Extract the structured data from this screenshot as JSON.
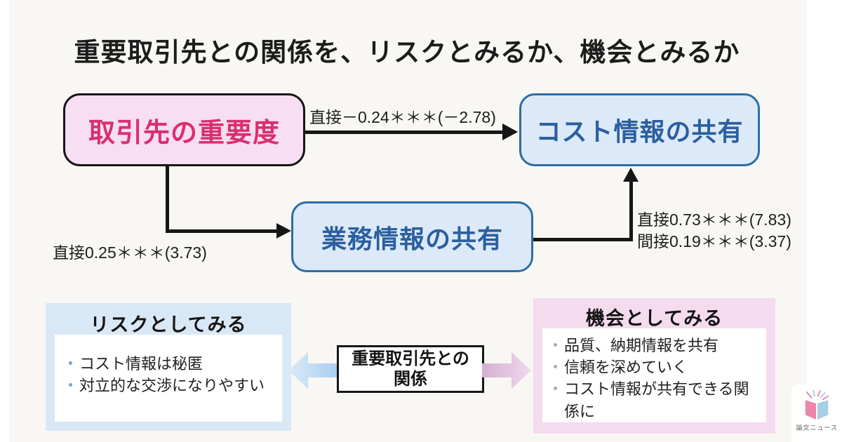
{
  "title": "重要取引先との関係を、リスクとみるか、機会とみるか",
  "nodes": {
    "importance": {
      "label": "取引先の重要度"
    },
    "cost_sharing": {
      "label": "コスト情報の共有"
    },
    "ops_sharing": {
      "label": "業務情報の共有"
    }
  },
  "edges": {
    "importance_to_cost": {
      "label": "直接－0.24＊＊＊(－2.78)"
    },
    "importance_to_ops": {
      "label": "直接0.25＊＊＊(3.73)"
    },
    "ops_to_cost": {
      "label_direct": "直接0.73＊＊＊(7.83)",
      "label_indirect": "間接0.19＊＊＊(3.37)"
    }
  },
  "risk_panel": {
    "title": "リスクとしてみる",
    "items": [
      "コスト情報は秘匿",
      "対立的な交渉になりやすい"
    ]
  },
  "opportunity_panel": {
    "title": "機会としてみる",
    "items": [
      "品質、納期情報を共有",
      "信頼を深めていく",
      "コスト情報が共有できる関係に"
    ]
  },
  "connector": {
    "line1": "重要取引先との",
    "line2": "関係"
  },
  "logo": {
    "text": "論文ニュース"
  },
  "colors": {
    "background": "#f8f7f3",
    "importance_text": "#d8306f",
    "importance_bg": "#f7def2",
    "blue_node_bg": "#dce9f8",
    "blue_node_border": "#2e6da4",
    "blue_node_text": "#2b5f9e",
    "risk_panel_bg": "#d9e8f6",
    "opportunity_panel_bg": "#f4dbee",
    "arrow_black": "#161616",
    "block_arrow_blue": "#a9cdef",
    "block_arrow_pink": "#d6aed4",
    "logo_pink": "#ee85a8",
    "logo_blue": "#a6cfe3"
  }
}
